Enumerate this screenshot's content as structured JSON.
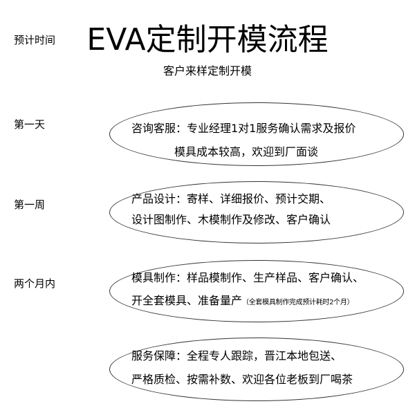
{
  "header": {
    "title": "EVA定制开模流程",
    "subtitle": "客户来样定制开模"
  },
  "timeline": {
    "column_label": "预计时间",
    "day1": "第一天",
    "week1": "第一周",
    "within_two_months": "两个月内"
  },
  "steps": [
    {
      "line1": "咨询客服：专业经理1对1服务确认需求及报价",
      "line2": "模具成本较高，欢迎到厂面谈"
    },
    {
      "line1": "产品设计：寄样、详细报价、预计交期、",
      "line2": "设计图制作、木模制作及修改、客户确认"
    },
    {
      "line1": "模具制作：样品模制作、生产样品、客户确认、",
      "line2": "开全套模具、准备量产",
      "note": "（全套模具制作完成预计耗时2个月）"
    },
    {
      "line1": "服务保障：全程专人跟踪，晋江本地包送、",
      "line2": "严格质检、按需补数、欢迎各位老板到厂喝茶"
    }
  ]
}
